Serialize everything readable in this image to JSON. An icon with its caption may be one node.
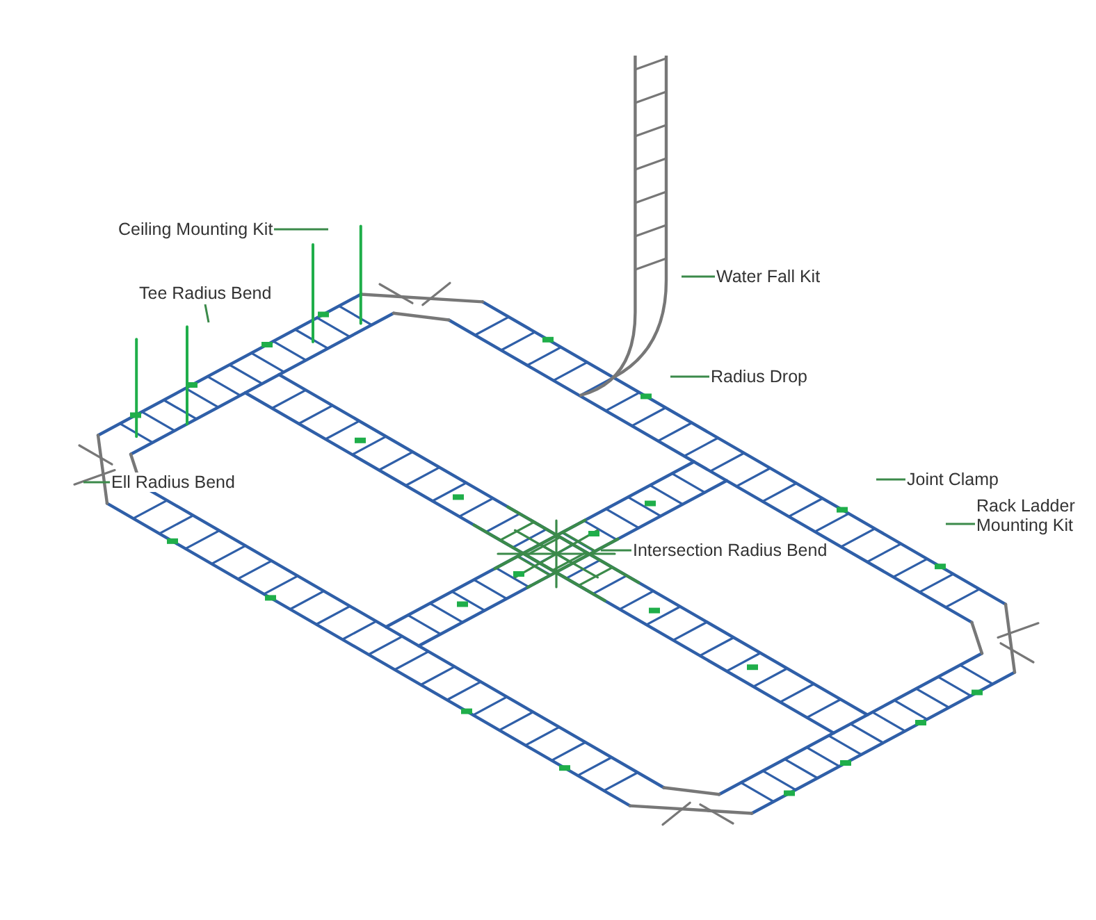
{
  "diagram": {
    "nodes": [
      {
        "text": [
          "Ceiling Mounting Kit"
        ]
      },
      {
        "text": [
          "Tee Radius Bend"
        ]
      },
      {
        "text": [
          "Water Fall Kit"
        ]
      },
      {
        "text": [
          "Radius Drop"
        ]
      },
      {
        "text": [
          "Ell Radius Bend"
        ]
      },
      {
        "text": [
          "Joint Clamp"
        ]
      },
      {
        "text": [
          "Rack Ladder Mounting Kit"
        ]
      },
      {
        "text": [
          "Intersection Radius Bend"
        ]
      }
    ],
    "edges": [
      {
        "from": 0,
        "to": null,
        "arrow": "none"
      },
      {
        "from": 1,
        "to": null,
        "arrow": "none"
      },
      {
        "from": 2,
        "to": null,
        "arrow": "none"
      },
      {
        "from": 3,
        "to": null,
        "arrow": "none"
      },
      {
        "from": 4,
        "to": null,
        "arrow": "none"
      },
      {
        "from": 5,
        "to": null,
        "arrow": "none"
      },
      {
        "from": 6,
        "to": null,
        "arrow": "none"
      },
      {
        "from": 7,
        "to": null,
        "arrow": "none"
      }
    ]
  }
}
